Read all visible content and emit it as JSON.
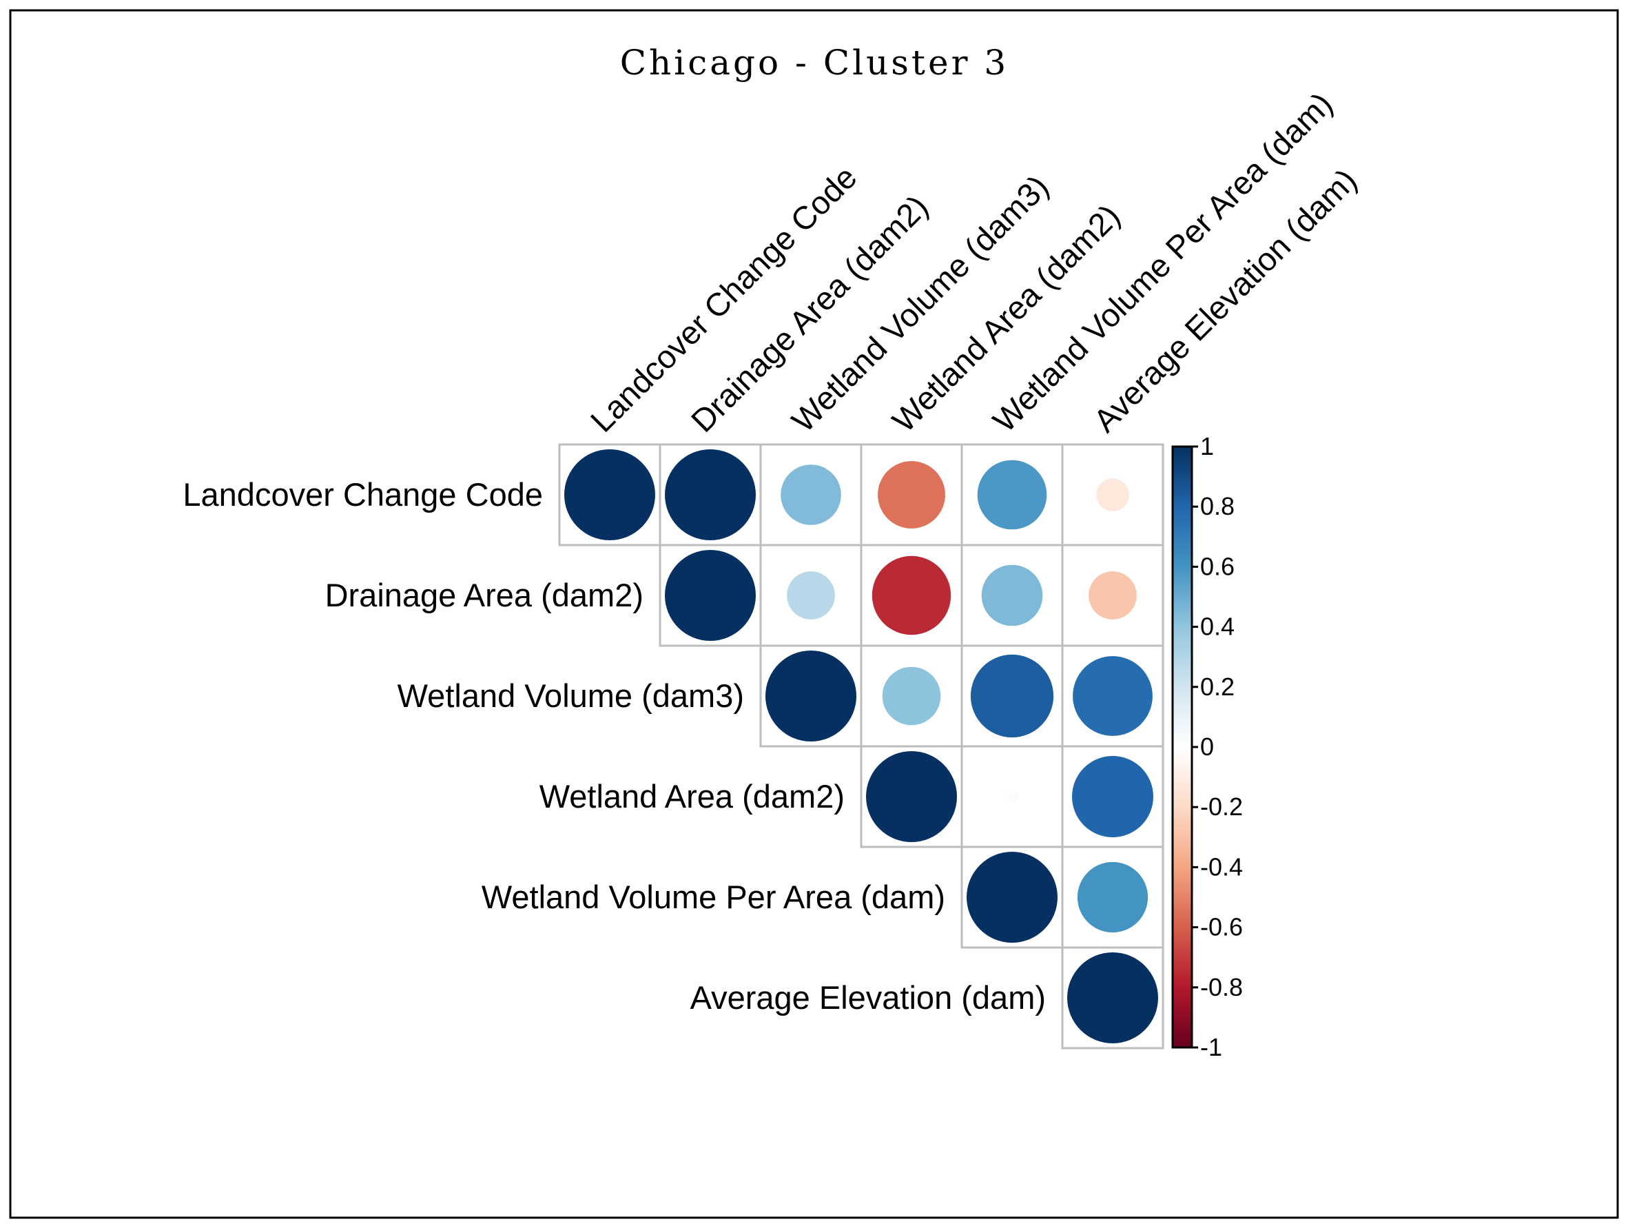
{
  "chart_data": {
    "type": "heatmap",
    "subtype": "correlation-circles-upper-triangle",
    "title": "Chicago - Cluster 3",
    "variables": [
      "Landcover Change Code",
      "Drainage Area (dam2)",
      "Wetland Volume (dam3)",
      "Wetland Area (dam2)",
      "Wetland Volume Per Area (dam)",
      "Average Elevation (dam)"
    ],
    "matrix": [
      [
        1,
        1,
        0.44,
        -0.55,
        0.58,
        -0.13
      ],
      [
        1,
        1,
        0.28,
        -0.75,
        0.45,
        -0.28
      ],
      [
        0.44,
        0.28,
        1,
        0.41,
        0.83,
        0.77
      ],
      [
        -0.55,
        -0.75,
        0.41,
        1,
        0.02,
        0.8
      ],
      [
        0.58,
        0.45,
        0.83,
        0.02,
        1,
        0.6
      ],
      [
        -0.13,
        -0.28,
        0.77,
        0.8,
        0.6,
        1
      ]
    ],
    "colorbar": {
      "range": [
        -1,
        1
      ],
      "ticks": [
        "1",
        "0.8",
        "0.6",
        "0.4",
        "0.2",
        "0",
        "-0.2",
        "-0.4",
        "-0.6",
        "-0.8",
        "-1"
      ],
      "colors": [
        "#053061",
        "#2166AC",
        "#4393C3",
        "#92C5DE",
        "#D1E5F0",
        "#FFFFFF",
        "#FDDBC7",
        "#F4A582",
        "#D6604D",
        "#B2182B",
        "#67001F"
      ]
    }
  }
}
